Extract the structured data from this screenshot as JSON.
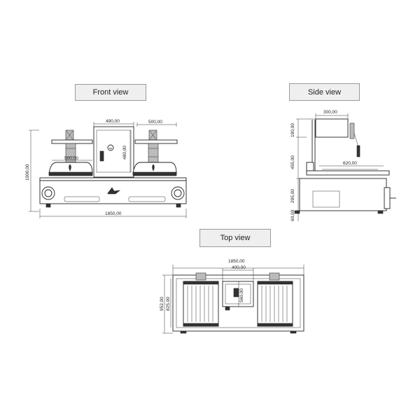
{
  "views": {
    "front": {
      "label": "Front view"
    },
    "side": {
      "label": "Side view"
    },
    "top": {
      "label": "Top view"
    }
  },
  "dimensions": {
    "front": {
      "overall_width": "1850,00",
      "overall_height": "1000,00",
      "center_width": "490,00",
      "center_height": "480,00",
      "right_module_width": "500,00",
      "grill_width": "500,00"
    },
    "side": {
      "top_depth": "300,00",
      "h_190": "190,00",
      "h_455": "455,00",
      "h_295": "295,00",
      "h_60": "60,00",
      "grill_depth": "620,00"
    },
    "top": {
      "overall_width": "1850,00",
      "center_width": "400,00",
      "center_depth": "560,00",
      "outer_depth": "952,00",
      "inner_depth": "825,00"
    }
  }
}
